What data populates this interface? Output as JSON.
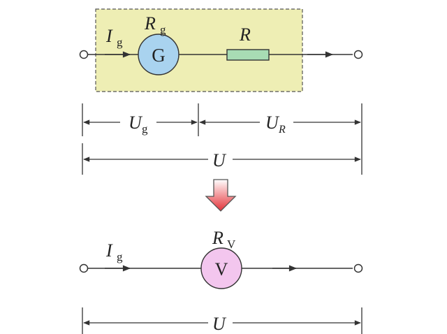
{
  "top_circuit": {
    "current_label": "I",
    "current_sub": "g",
    "galvanometer_resistance_label": "R",
    "galvanometer_resistance_sub": "g",
    "galvanometer_symbol": "G",
    "resistor_label": "R",
    "box_color": "#eeeeb4",
    "galvanometer_color": "#a9d3ef",
    "resistor_color": "#a8dcb4"
  },
  "voltages": {
    "ug_label": "U",
    "ug_sub": "g",
    "ur_label": "U",
    "ur_sub": "R",
    "total_label": "U"
  },
  "transform_arrow": {
    "icon": "down-arrow-icon",
    "color": "#e2333a"
  },
  "bottom_circuit": {
    "current_label": "I",
    "current_sub": "g",
    "voltmeter_resistance_label": "R",
    "voltmeter_resistance_sub": "V",
    "voltmeter_symbol": "V",
    "voltmeter_color": "#f3c6ee",
    "total_label": "U"
  }
}
